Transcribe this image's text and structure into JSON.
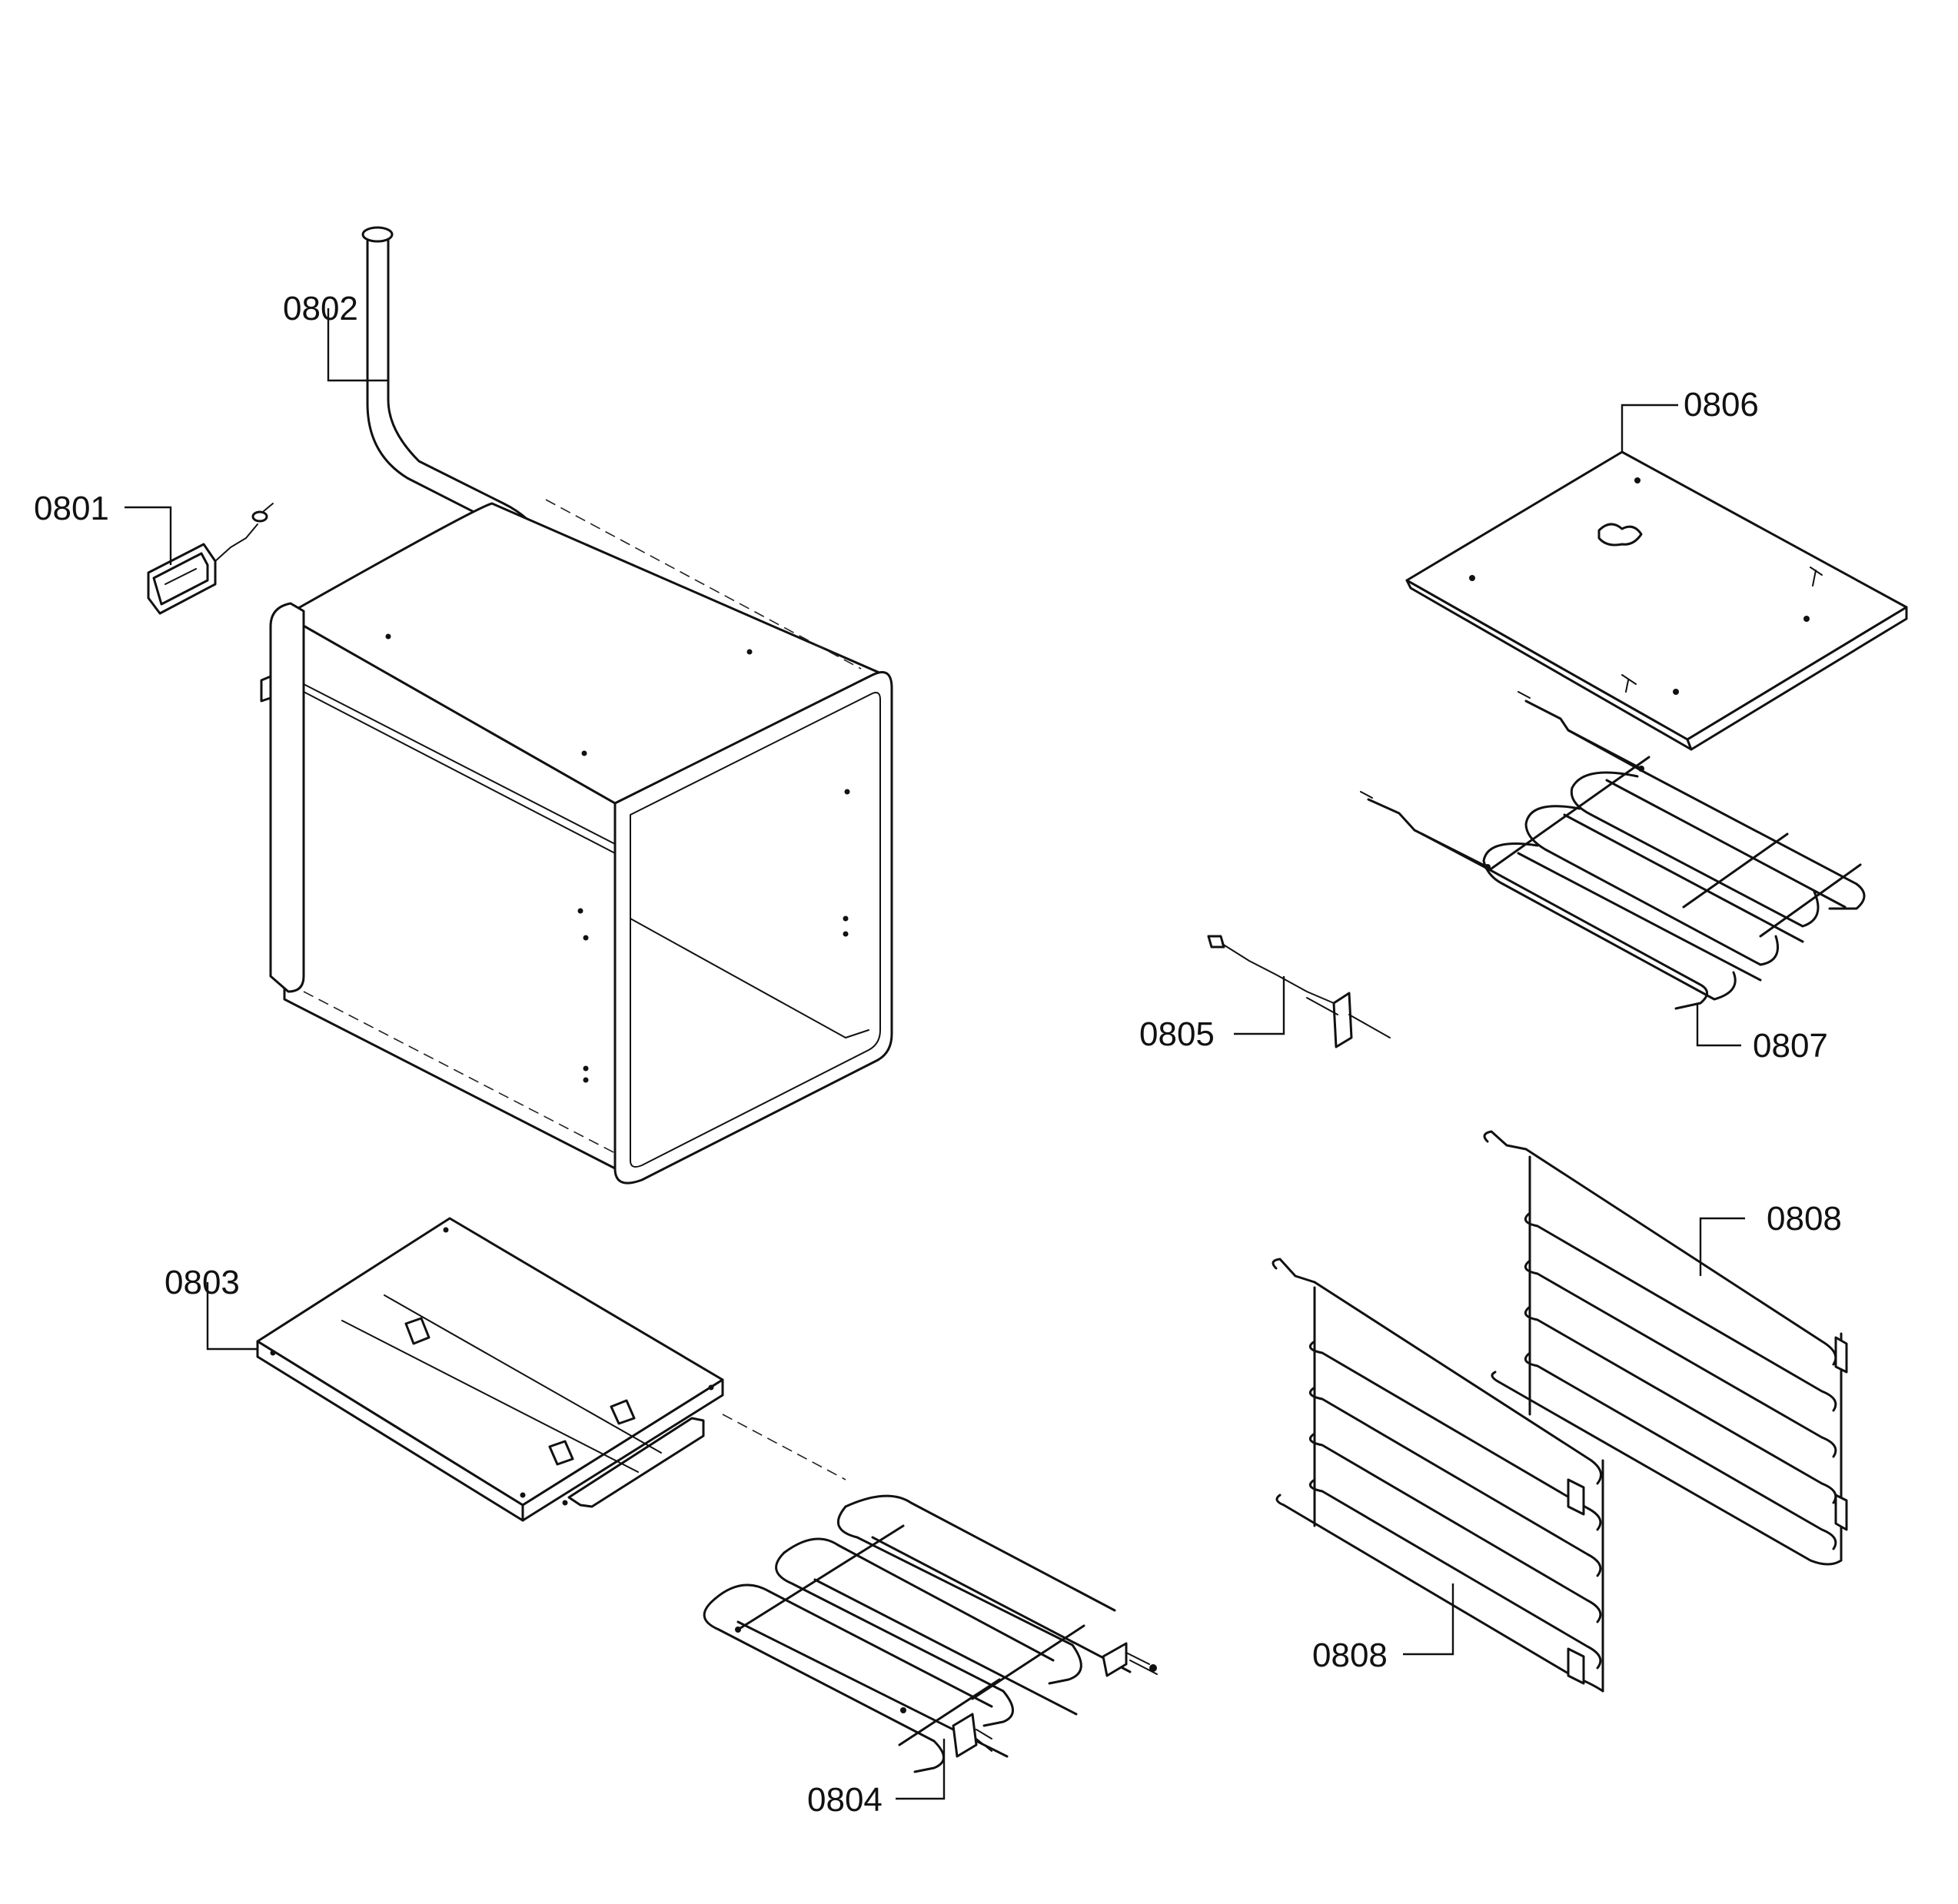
{
  "labels": {
    "p0801": "0801",
    "p0802": "0802",
    "p0803": "0803",
    "p0804": "0804",
    "p0805": "0805",
    "p0806": "0806",
    "p0807": "0807",
    "p0808a": "0808",
    "p0808b": "0808"
  }
}
